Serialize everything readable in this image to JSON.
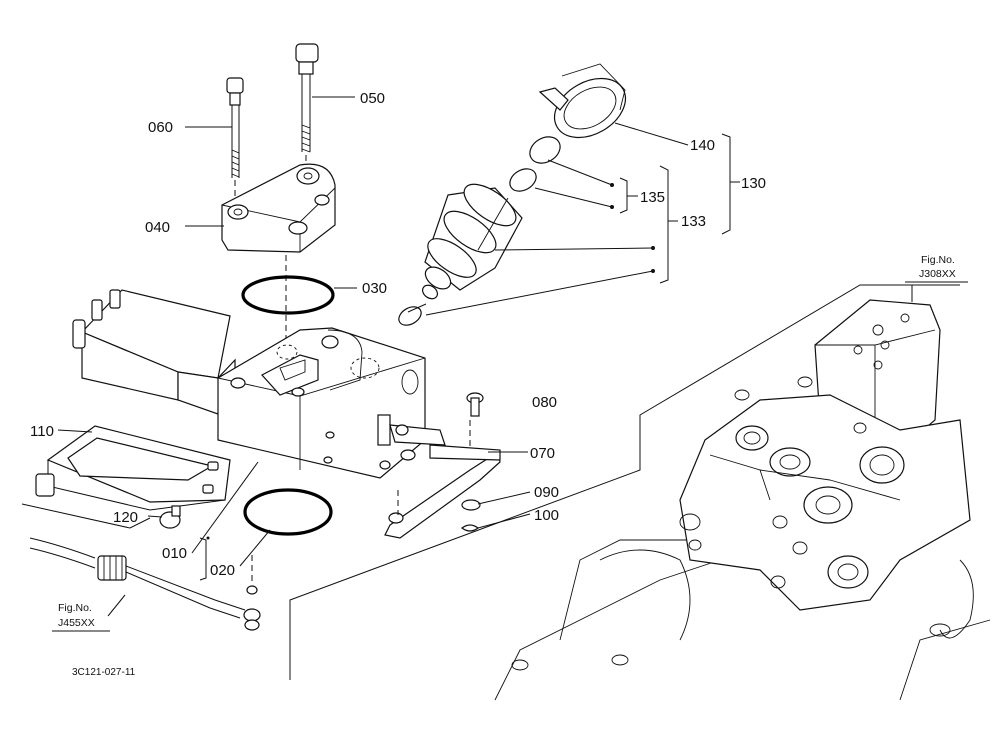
{
  "callouts": {
    "p010": "010",
    "p020": "020",
    "p030": "030",
    "p040": "040",
    "p050": "050",
    "p060": "060",
    "p070": "070",
    "p080": "080",
    "p090": "090",
    "p100": "100",
    "p110": "110",
    "p120": "120",
    "p130": "130",
    "p133": "133",
    "p135": "135",
    "p140": "140"
  },
  "figure_refs": {
    "right": {
      "line1": "Fig.No.",
      "line2": "J308XX"
    },
    "left": {
      "line1": "Fig.No.",
      "line2": "J455XX"
    }
  },
  "drawing_code": "3C121-027-11"
}
